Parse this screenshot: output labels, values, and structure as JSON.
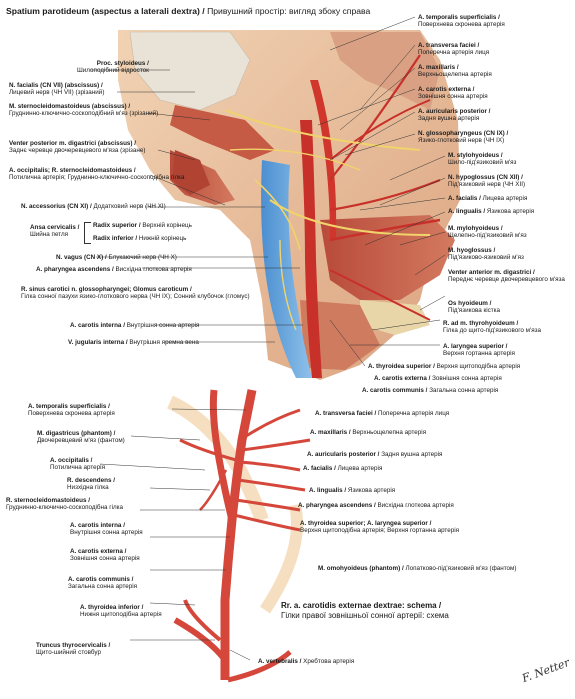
{
  "title": {
    "latin": "Spatium parotideum (aspectus a laterali dextra) /",
    "ua": "Привушний простір: вигляд збоку справа"
  },
  "schema": {
    "latin": "Rr. a. carotidis externae dextrae: schema /",
    "ua": "Гілки правої зовнішньої сонної артерії: схема"
  },
  "signature": "F. Netter",
  "top_left": [
    {
      "la": "Proc. styloideus /",
      "ua": "Шилоподібний відросток"
    },
    {
      "la": "N. facialis (CN VII) (abscissus) /",
      "ua": "Лицевий нерв (ЧН VII) (зрізаний)"
    },
    {
      "la": "M. sternocleidomastoideus (abscissus) /",
      "ua": "Груднинно-ключично-соскоподібний м'яз (зрізаний)"
    },
    {
      "la": "Venter posterior m. digastrici (abscissus) /",
      "ua": "Заднє черевце двочеревцевого м'яза (зрізане)"
    },
    {
      "la": "A. occipitalis; R. sternocleidomastoideus /",
      "ua": "Потилична артерія; Груднинно-ключично-соскоподібна гілка"
    },
    {
      "la": "N. accessorius (CN XI) /",
      "ua": "Додатковий нерв (ЧН XI)"
    },
    {
      "la": "Ansa cervicalis /",
      "ua": "Шийна петля"
    },
    {
      "la": "Radix superior /",
      "ua": "Верхній корінець"
    },
    {
      "la": "Radix inferior /",
      "ua": "Нижній корінець"
    },
    {
      "la": "N. vagus (CN X) /",
      "ua": "Блукаючий нерв (ЧН X)"
    },
    {
      "la": "A. pharyngea ascendens /",
      "ua": "Висхідна глоткова артерія"
    },
    {
      "la": "R. sinus carotici n. glossopharyngei; Glomus caroticum /",
      "ua": "Гілка сонної пазухи язико-глоткового нерва (ЧН IX); Сонний клубочок (гломус)"
    },
    {
      "la": "A. carotis interna /",
      "ua": "Внутрішня сонна артерія"
    },
    {
      "la": "V. jugularis interna /",
      "ua": "Внутрішня яремна вена"
    }
  ],
  "top_right": [
    {
      "la": "A. temporalis superficialis /",
      "ua": "Поверхнева скронева артерія"
    },
    {
      "la": "A. transversa faciei /",
      "ua": "Поперечна артерія лиця"
    },
    {
      "la": "A. maxillaris /",
      "ua": "Верхньощелепна артерія"
    },
    {
      "la": "A. carotis externa /",
      "ua": "Зовнішня сонна артерія"
    },
    {
      "la": "A. auricularis posterior /",
      "ua": "Задня вушна артерія"
    },
    {
      "la": "N. glossopharyngeus (CN IX) /",
      "ua": "Язико-глотковий нерв (ЧН IX)"
    },
    {
      "la": "M. stylohyoideus /",
      "ua": "Шило-під'язиковий м'яз"
    },
    {
      "la": "N. hypoglossus (CN XII) /",
      "ua": "Під'язиковий нерв (ЧН XII)"
    },
    {
      "la": "A. facialis /",
      "ua": "Лицева артерія"
    },
    {
      "la": "A. lingualis /",
      "ua": "Язикова артерія"
    },
    {
      "la": "M. mylohyoideus /",
      "ua": "Щелепно-під'язиковий м'яз"
    },
    {
      "la": "M. hyoglossus /",
      "ua": "Під'язиково-язиковий м'яз"
    },
    {
      "la": "Venter anterior m. digastrici /",
      "ua": "Переднє черевце двочеревцевого м'яза"
    },
    {
      "la": "Os hyoideum /",
      "ua": "Під'язикова кістка"
    },
    {
      "la": "R. ad m. thyrohyoideum /",
      "ua": "Гілка до щито-під'язикового м'яза"
    },
    {
      "la": "A. laryngea superior /",
      "ua": "Верхня гортанна артерія"
    },
    {
      "la": "A. thyroidea superior /",
      "ua": "Верхня щитоподібна артерія"
    },
    {
      "la": "A. carotis externa /",
      "ua": "Зовнішня сонна артерія"
    },
    {
      "la": "A. carotis communis /",
      "ua": "Загальна сонна артерія"
    }
  ],
  "bottom_left": [
    {
      "la": "A. temporalis superficialis /",
      "ua": "Поверхнева скронева артерія"
    },
    {
      "la": "M. digastricus (phantom) /",
      "ua": "Двочеревцевий м'яз (фантом)"
    },
    {
      "la": "A. occipitalis /",
      "ua": "Потилична артерія"
    },
    {
      "la": "R. descendens /",
      "ua": "Низхідна гілка"
    },
    {
      "la": "R. sternocleidomastoideus /",
      "ua": "Груднинно-ключично-соскоподібна гілка"
    },
    {
      "la": "A. carotis interna /",
      "ua": "Внутрішня сонна артерія"
    },
    {
      "la": "A. carotis externa /",
      "ua": "Зовнішня сонна артерія"
    },
    {
      "la": "A. carotis communis /",
      "ua": "Загальна сонна артерія"
    },
    {
      "la": "A. thyroidea inferior /",
      "ua": "Нижня щитоподібна артерія"
    },
    {
      "la": "Truncus thyrocervicalis /",
      "ua": "Щито-шийний стовбур"
    }
  ],
  "bottom_right": [
    {
      "la": "A. transversa faciei /",
      "ua": "Поперечна артерія лиця"
    },
    {
      "la": "A. maxillaris /",
      "ua": "Верхньощелепна артерія"
    },
    {
      "la": "A. auricularis posterior /",
      "ua": "Задня вушна артерія"
    },
    {
      "la": "A. facialis /",
      "ua": "Лицева артерія"
    },
    {
      "la": "A. lingualis /",
      "ua": "Язикова артерія"
    },
    {
      "la": "A. pharyngea ascendens /",
      "ua": "Висхідна глоткова артерія"
    },
    {
      "la": "A. thyroidea superior; A. laryngea superior /",
      "ua": "Верхня щитоподібна артерія; Верхня гортанна артерія"
    },
    {
      "la": "M. omohyoideus (phantom) /",
      "ua": "Лопатково-під'язиковий м'яз (фантом)"
    },
    {
      "la": "A. vertebralis /",
      "ua": "Хребтова артерія"
    }
  ]
}
